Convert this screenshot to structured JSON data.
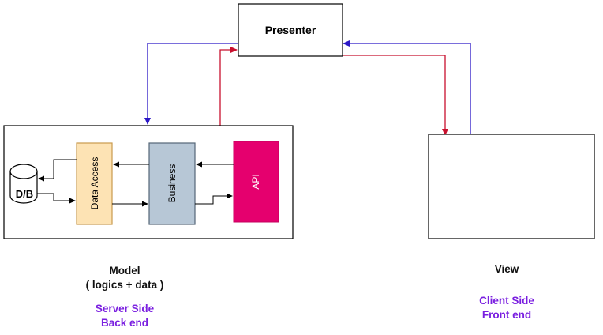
{
  "diagram": {
    "presenter": {
      "label": "Presenter"
    },
    "model_box": {
      "db": {
        "label": "D/B"
      },
      "data_access": {
        "label": "Data Access"
      },
      "business": {
        "label": "Business"
      },
      "api": {
        "label": "API"
      }
    },
    "view_box": {}
  },
  "captions": {
    "model": {
      "title": "Model",
      "subtitle": "( logics + data )",
      "side": "Server Side",
      "end": "Back end"
    },
    "view": {
      "title": "View",
      "side": "Client Side",
      "end": "Front end"
    }
  },
  "colors": {
    "blue_arrow": "#2b17c6",
    "red_arrow": "#c8102e",
    "data_access_fill": "#fde3b4",
    "data_access_stroke": "#c99a4c",
    "business_fill": "#b7c7d6",
    "business_stroke": "#556677",
    "api_fill": "#e5006e",
    "caption_purple": "#7a1fe0"
  }
}
